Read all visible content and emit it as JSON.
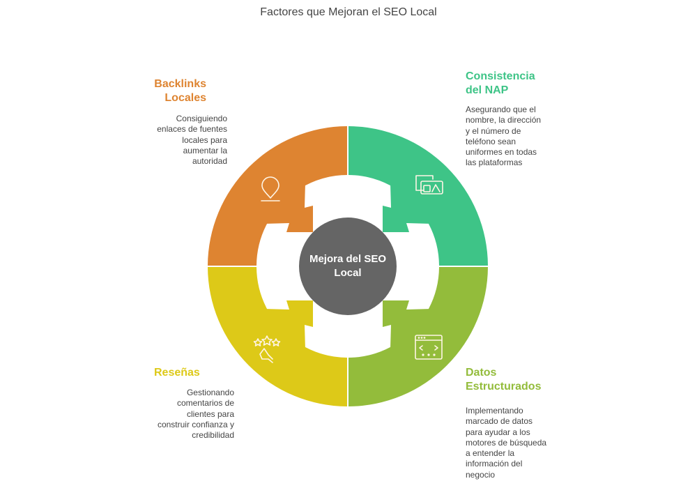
{
  "title": "Factores que Mejoran el SEO Local",
  "center": {
    "label": "Mejora del SEO Local",
    "color": "#656565"
  },
  "factors": [
    {
      "id": "backlinks",
      "heading": "Backlinks Locales",
      "heading_lines": [
        "Backlinks",
        "Locales"
      ],
      "description_lines": [
        "Consiguiendo",
        "enlaces de fuentes",
        "locales para",
        "aumentar la",
        "autoridad"
      ],
      "color": "#DE8431",
      "icon": "map-pin-icon",
      "position": "top-left"
    },
    {
      "id": "nap",
      "heading": "Consistencia del NAP",
      "heading_lines": [
        "Consistencia",
        "del NAP"
      ],
      "description_lines": [
        "Asegurando que el",
        "nombre, la dirección",
        "y el número de",
        "teléfono sean",
        "uniformes en todas",
        "las plataformas"
      ],
      "color": "#3EC487",
      "icon": "copy-shapes-icon",
      "position": "top-right"
    },
    {
      "id": "resenas",
      "heading": "Reseñas",
      "heading_lines": [
        "Reseñas"
      ],
      "description_lines": [
        "Gestionando",
        "comentarios de",
        "clientes para",
        "construir confianza y",
        "credibilidad"
      ],
      "color": "#DDC918",
      "icon": "star-rating-icon",
      "position": "bottom-left"
    },
    {
      "id": "datos",
      "heading": "Datos Estructurados",
      "heading_lines": [
        "Datos",
        "Estructurados"
      ],
      "description_lines": [
        "Implementando",
        "marcado de datos",
        "para ayudar a los",
        "motores de búsqueda",
        "a entender la",
        "información del",
        "negocio"
      ],
      "color": "#93BC3B",
      "icon": "code-window-icon",
      "position": "bottom-right"
    }
  ]
}
